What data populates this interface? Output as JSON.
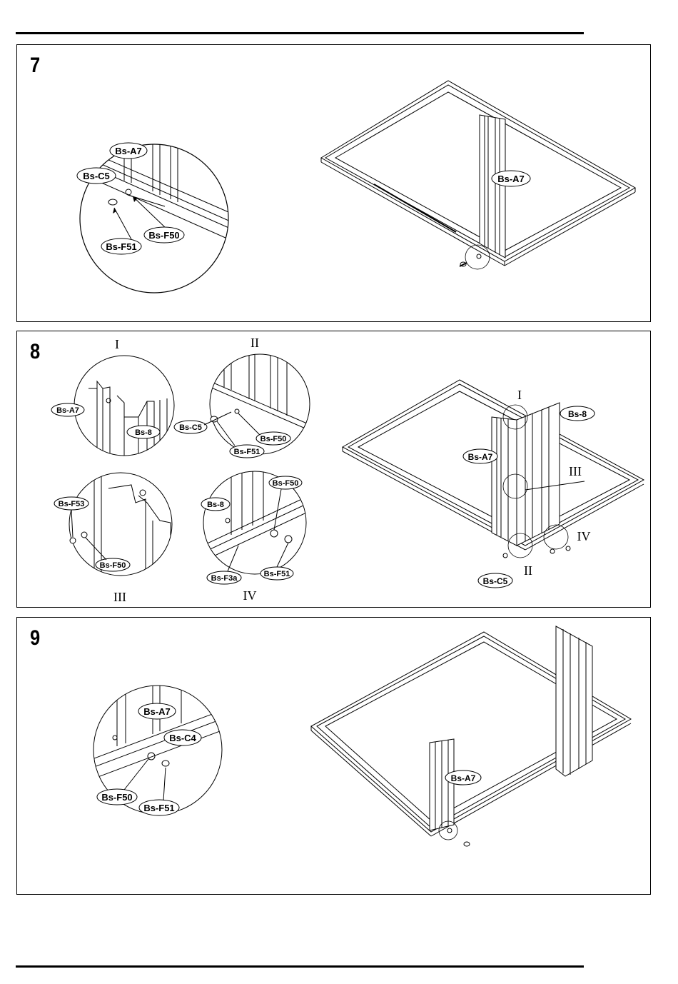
{
  "steps": [
    {
      "number": "7",
      "detail_labels": [
        "Bs-A7",
        "Bs-C5",
        "Bs-F50",
        "Bs-F51"
      ],
      "main_labels": [
        "Bs-A7"
      ]
    },
    {
      "number": "8",
      "views": [
        "I",
        "II",
        "III",
        "IV"
      ],
      "detail_I_labels": [
        "Bs-A7",
        "Bs-8"
      ],
      "detail_II_labels": [
        "Bs-C5",
        "Bs-F50",
        "Bs-F51"
      ],
      "detail_III_labels": [
        "Bs-F53",
        "Bs-F50"
      ],
      "detail_IV_labels": [
        "Bs-F50",
        "Bs-8",
        "Bs-F3a",
        "Bs-F51"
      ],
      "main_labels": [
        "Bs-8",
        "Bs-A7",
        "Bs-C5"
      ],
      "main_views": [
        "I",
        "III",
        "IV",
        "II"
      ]
    },
    {
      "number": "9",
      "detail_labels": [
        "Bs-A7",
        "Bs-C4",
        "Bs-F50",
        "Bs-F51"
      ],
      "main_labels": [
        "Bs-A7"
      ]
    }
  ]
}
